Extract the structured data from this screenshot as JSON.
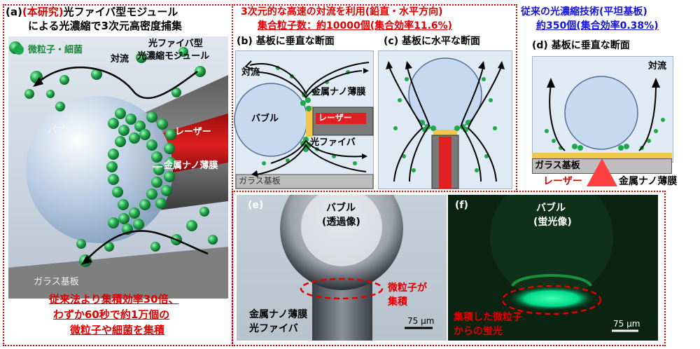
{
  "panel_a": {
    "title_label": "(a)",
    "title_highlight": "(本研究)",
    "title_rest": "光ファイバ型モジュール",
    "title_line2": "による光濃縮で3次元高密度捕集",
    "legend_particle": "微粒子・細菌",
    "module_label_1": "光ファイバ型",
    "module_label_2": "光濃縮モジュール",
    "convection": "対流",
    "bubble": "バブル",
    "laser": "レーザー",
    "metal_film": "金属ナノ薄膜",
    "glass": "ガラス基板",
    "summary_1": "従来法より集積効率30倍、",
    "summary_2": "わずか60秒で約1万個の",
    "summary_3": "微粒子や細菌を集積"
  },
  "header_center": {
    "line1": "3次元的な高速の対流を利用(鉛直・水平方向)",
    "line2": "集合粒子数：約10000個(集合効率11.6%)"
  },
  "header_right": {
    "line1": "従来の光濃縮技術(平坦基板)",
    "line2": "約350個(集合効率0.38%)"
  },
  "panel_b": {
    "label": "(b)",
    "title": "基板に垂直な断面",
    "convection": "対流",
    "metal_film": "金属ナノ薄膜",
    "bubble": "バブル",
    "laser": "レーザー",
    "fiber": "光ファイバ",
    "glass": "ガラス基板"
  },
  "panel_c": {
    "label": "(c)",
    "title": "基板に水平な断面"
  },
  "panel_d": {
    "label": "(d)",
    "title": "基板に垂直な断面",
    "convection": "対流",
    "glass": "ガラス基板",
    "laser": "レーザー",
    "metal_film": "金属ナノ薄膜"
  },
  "panel_e": {
    "label": "(e)",
    "bubble": "バブル",
    "bubble_sub": "(透過像)",
    "particles": "微粒子が",
    "particles_2": "集積",
    "metal_film": "金属ナノ薄膜",
    "fiber": "光ファイバ",
    "scale": "75 μm"
  },
  "panel_f": {
    "label": "(f)",
    "bubble": "バブル",
    "bubble_sub": "(蛍光像)",
    "fluor_1": "集積した微粒子",
    "fluor_2": "からの蛍光",
    "scale": "75 μm"
  },
  "colors": {
    "accent_red": "#e00000",
    "accent_blue": "#1414d8",
    "particle_green": "#1fa84a",
    "fluor_green": "#00e890"
  }
}
